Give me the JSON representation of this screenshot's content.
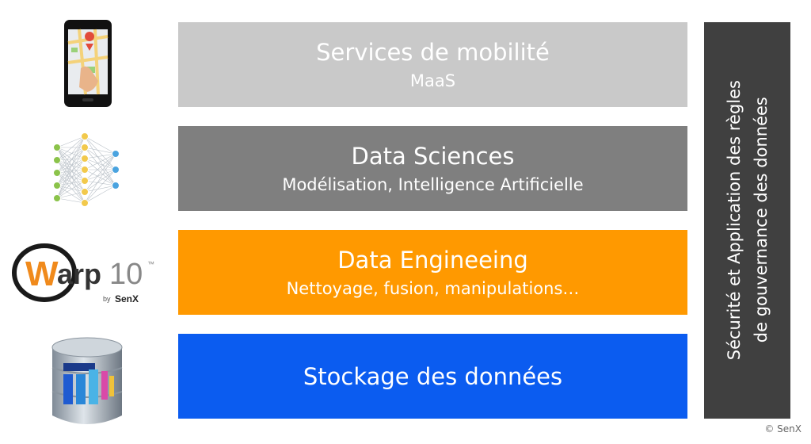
{
  "layers": [
    {
      "title": "Services de mobilité",
      "subtitle": "MaaS",
      "color": "#c9c9c9"
    },
    {
      "title": "Data Sciences",
      "subtitle": "Modélisation, Intelligence Artificielle",
      "color": "#7f7f7f"
    },
    {
      "title": "Data Engineeing",
      "subtitle": "Nettoyage, fusion, manipulations…",
      "color": "#ff9900"
    },
    {
      "title": "Stockage des données",
      "subtitle": "",
      "color": "#0b5cf0"
    }
  ],
  "side_panel": {
    "line1": "Sécurité et Application des règles",
    "line2": "de gouvernance des données",
    "color": "#404040"
  },
  "logo": {
    "brand": "Warp 10",
    "tm": "™",
    "by": "by",
    "maker": "SenX"
  },
  "icons": [
    "smartphone-map-icon",
    "neural-network-icon",
    "warp10-logo",
    "database-icon"
  ],
  "copyright": "© SenX"
}
